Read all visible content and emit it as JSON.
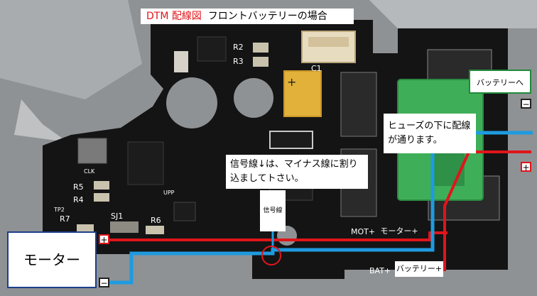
{
  "title": {
    "prefix": "DTM 配線図",
    "rest": "フロントバッテリーの場合"
  },
  "callouts": {
    "battery_to": "バッテリーへ",
    "fuse_note": "ヒューズの下に配線が通ります。",
    "signal_note": "信号線↓は、マイナス線に割り込ましてトさい。",
    "signal_label": "信号線",
    "motor_box": "モーター",
    "motor_plus": "モーター+",
    "battery_plus": "バッテリー+"
  },
  "polarity": {
    "plus": "+",
    "minus": "−"
  },
  "board_marks": {
    "c1": "C1",
    "r2": "R2",
    "r3": "R3",
    "r4": "R4",
    "r5": "R5",
    "r6": "R6",
    "r7": "R7",
    "sj1": "SJ1",
    "clk": "CLK",
    "upp": "UPP",
    "tp2": "TP2",
    "mot_plus": "MOT+",
    "bat_plus": "BAT+",
    "trim_pot": "+"
  },
  "colors": {
    "positive_wire": "#e0151b",
    "negative_wire": "#1e9be0",
    "board": "#141414",
    "fuse": "#3fae58",
    "callout_border": "#1f8a3a",
    "motor_border": "#1d3f8a"
  }
}
